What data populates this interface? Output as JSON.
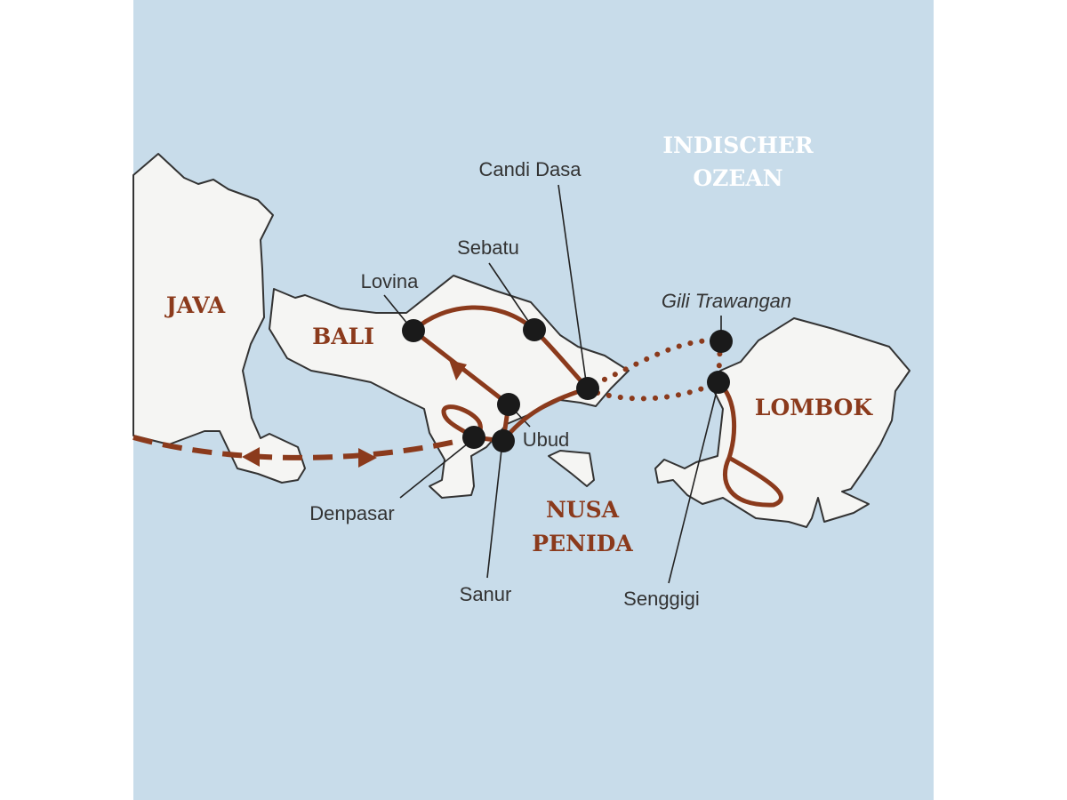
{
  "colors": {
    "sea": "#c8dcea",
    "land": "#f5f5f3",
    "route": "#8b3a1c",
    "stop": "#1a1a1a"
  },
  "ocean_label": [
    "INDISCHER",
    "OZEAN"
  ],
  "regions": {
    "java": "JAVA",
    "bali": "BALI",
    "lombok": "LOMBOK",
    "nusa_penida": [
      "NUSA",
      "PENIDA"
    ]
  },
  "stops": {
    "candi_dasa": "Candi Dasa",
    "sebatu": "Sebatu",
    "lovina": "Lovina",
    "gili_trawangan": "Gili Trawangan",
    "ubud": "Ubud",
    "denpasar": "Denpasar",
    "sanur": "Sanur",
    "senggigi": "Senggigi"
  }
}
